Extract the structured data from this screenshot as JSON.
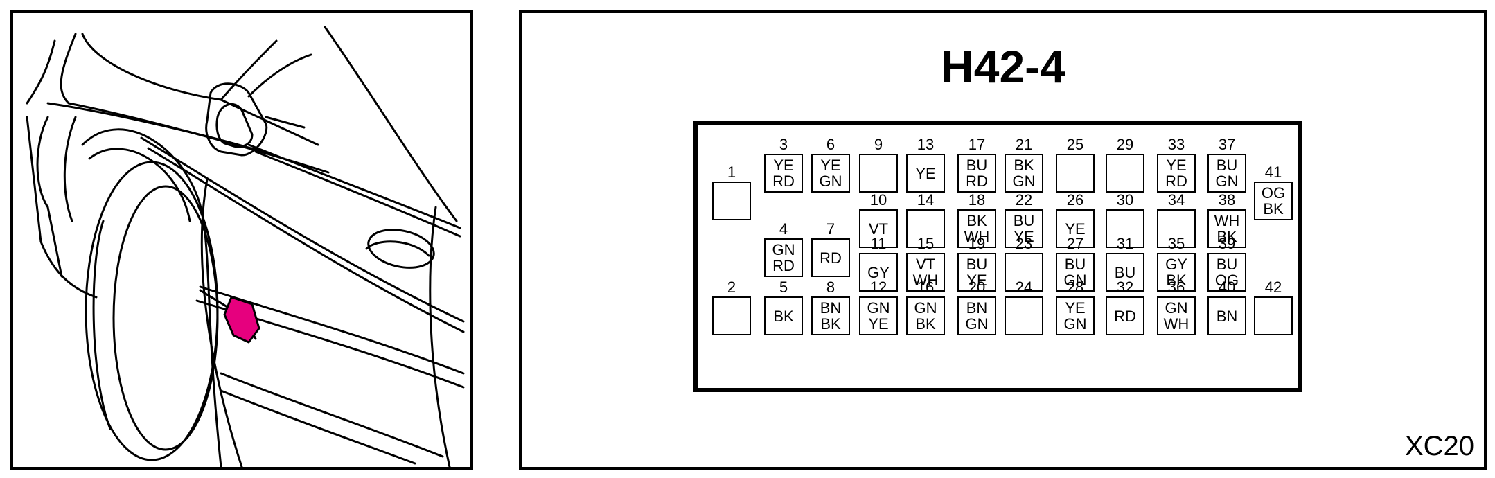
{
  "diagram": {
    "title": "H42-4",
    "id": "XC20"
  },
  "colors": {
    "highlight": "#e6007e",
    "line": "#000000",
    "background": "#ffffff"
  },
  "connector": {
    "pins": [
      {
        "num": "1",
        "wires": []
      },
      {
        "num": "2",
        "wires": []
      },
      {
        "num": "3",
        "wires": [
          "YE",
          "RD"
        ]
      },
      {
        "num": "4",
        "wires": [
          "GN",
          "RD"
        ]
      },
      {
        "num": "5",
        "wires": [
          "BK"
        ]
      },
      {
        "num": "6",
        "wires": [
          "YE",
          "GN"
        ]
      },
      {
        "num": "7",
        "wires": [
          "RD"
        ]
      },
      {
        "num": "8",
        "wires": [
          "BN",
          "BK"
        ]
      },
      {
        "num": "9",
        "wires": []
      },
      {
        "num": "10",
        "wires": [
          "VT"
        ]
      },
      {
        "num": "11",
        "wires": [
          "GY"
        ]
      },
      {
        "num": "12",
        "wires": [
          "GN",
          "YE"
        ]
      },
      {
        "num": "13",
        "wires": [
          "YE"
        ]
      },
      {
        "num": "14",
        "wires": []
      },
      {
        "num": "15",
        "wires": [
          "VT",
          "WH"
        ]
      },
      {
        "num": "16",
        "wires": [
          "GN",
          "BK"
        ]
      },
      {
        "num": "17",
        "wires": [
          "BU",
          "RD"
        ]
      },
      {
        "num": "18",
        "wires": [
          "BK",
          "WH"
        ]
      },
      {
        "num": "19",
        "wires": [
          "BU",
          "YE"
        ]
      },
      {
        "num": "20",
        "wires": [
          "BN",
          "GN"
        ]
      },
      {
        "num": "21",
        "wires": [
          "BK",
          "GN"
        ]
      },
      {
        "num": "22",
        "wires": [
          "BU",
          "YE"
        ]
      },
      {
        "num": "23",
        "wires": []
      },
      {
        "num": "24",
        "wires": []
      },
      {
        "num": "25",
        "wires": []
      },
      {
        "num": "26",
        "wires": [
          "YE"
        ]
      },
      {
        "num": "27",
        "wires": [
          "BU",
          "GN"
        ]
      },
      {
        "num": "28",
        "wires": [
          "YE",
          "GN"
        ]
      },
      {
        "num": "29",
        "wires": []
      },
      {
        "num": "30",
        "wires": []
      },
      {
        "num": "31",
        "wires": [
          "BU"
        ]
      },
      {
        "num": "32",
        "wires": [
          "RD"
        ]
      },
      {
        "num": "33",
        "wires": [
          "YE",
          "RD"
        ]
      },
      {
        "num": "34",
        "wires": []
      },
      {
        "num": "35",
        "wires": [
          "GY",
          "BK"
        ]
      },
      {
        "num": "36",
        "wires": [
          "GN",
          "WH"
        ]
      },
      {
        "num": "37",
        "wires": [
          "BU",
          "GN"
        ]
      },
      {
        "num": "38",
        "wires": [
          "WH",
          "BK"
        ]
      },
      {
        "num": "39",
        "wires": [
          "BU",
          "OG"
        ]
      },
      {
        "num": "40",
        "wires": [
          "BN"
        ]
      },
      {
        "num": "41",
        "wires": [
          "OG",
          "BK"
        ]
      },
      {
        "num": "42",
        "wires": []
      }
    ]
  }
}
